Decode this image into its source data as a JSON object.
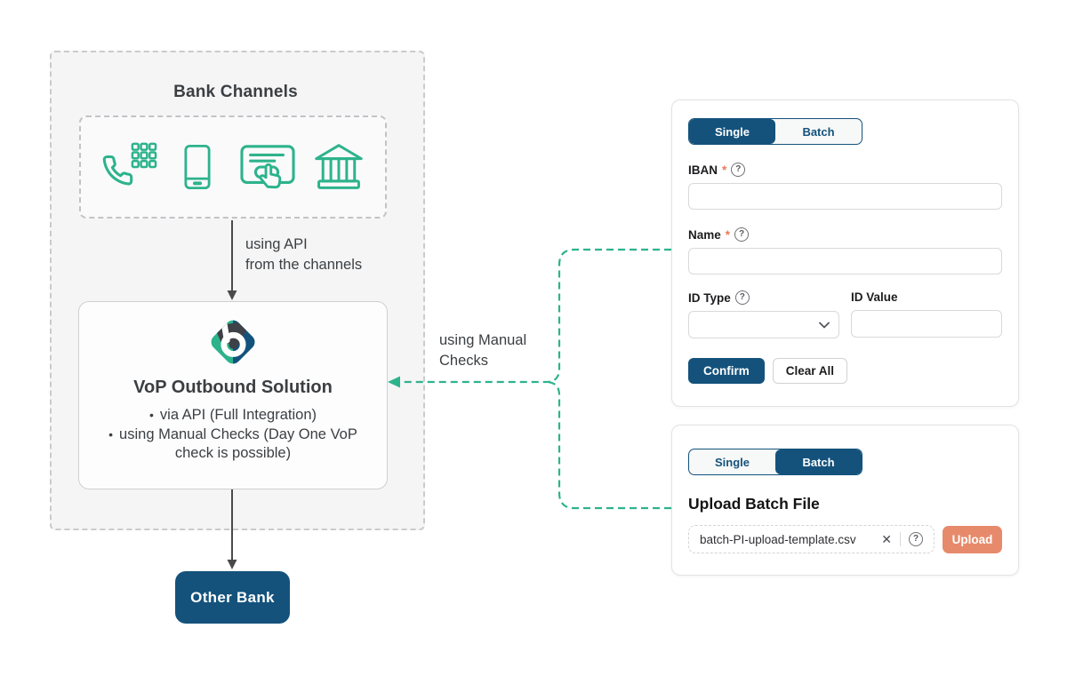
{
  "ui": {
    "required_marker": "*"
  },
  "diagram": {
    "bank_channels": {
      "title": "Bank Channels",
      "icons": [
        "phone-keypad-icon",
        "smartphone-icon",
        "card-tap-icon",
        "bank-building-icon"
      ]
    },
    "api_label": {
      "line1": "using API",
      "line2": "from the channels"
    },
    "vop": {
      "title": "VoP Outbound Solution",
      "bullets": [
        "via API (Full Integration)",
        "using Manual Checks (Day One VoP check is possible)"
      ]
    },
    "manual_label": {
      "line1": "using Manual",
      "line2": "Checks"
    },
    "other_bank": "Other Bank"
  },
  "single_panel": {
    "tab_single": "Single",
    "tab_batch": "Batch",
    "active_tab": "Single",
    "iban_label": "IBAN",
    "iban_value": "",
    "name_label": "Name",
    "name_value": "",
    "id_type_label": "ID Type",
    "id_type_value": "",
    "id_value_label": "ID Value",
    "id_value_value": "",
    "confirm": "Confirm",
    "clear_all": "Clear All"
  },
  "batch_panel": {
    "tab_single": "Single",
    "tab_batch": "Batch",
    "active_tab": "Batch",
    "heading": "Upload Batch File",
    "file_name": "batch-PI-upload-template.csv",
    "upload": "Upload"
  },
  "colors": {
    "navy": "#14527C",
    "teal": "#2DB38C",
    "salmon": "#E78A6B",
    "asterisk": "#E97A58",
    "diagram_text": "#3B3F42"
  }
}
